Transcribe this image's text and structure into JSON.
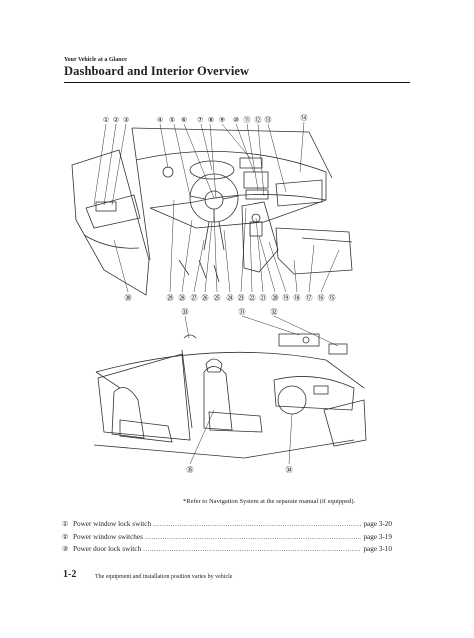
{
  "header": {
    "section": "Your Vehicle at a Glance",
    "title": "Dashboard and Interior Overview"
  },
  "figure": {
    "dashboard_callouts_top": [
      "①",
      "②",
      "③",
      "④",
      "⑤",
      "⑥",
      "⑦",
      "⑧",
      "⑨",
      "⑩",
      "⑪",
      "⑫",
      "⑬",
      "⑭"
    ],
    "dashboard_callouts_bottom": [
      "㉚",
      "㉙",
      "㉘",
      "㉗",
      "㉖",
      "㉕",
      "㉔",
      "㉓",
      "㉒",
      "㉑",
      "⑳",
      "⑲",
      "⑱",
      "⑰",
      "⑯",
      "⑮"
    ],
    "interior_callouts_top": [
      "㉝",
      "㉛",
      "㉜"
    ],
    "interior_callouts_bottom": [
      "㉟",
      "㉞"
    ]
  },
  "note": "*Refer to Navigation System at the separate manual (if equipped).",
  "legend": [
    {
      "num": "①",
      "label": "Power window lock switch",
      "page": "page 3-20"
    },
    {
      "num": "②",
      "label": "Power window switches",
      "page": "page 3-19"
    },
    {
      "num": "③",
      "label": "Power door lock switch",
      "page": "page 3-10"
    }
  ],
  "footer": {
    "page_number": "1-2",
    "text": "The equipment and installation position varies by vehicle"
  }
}
